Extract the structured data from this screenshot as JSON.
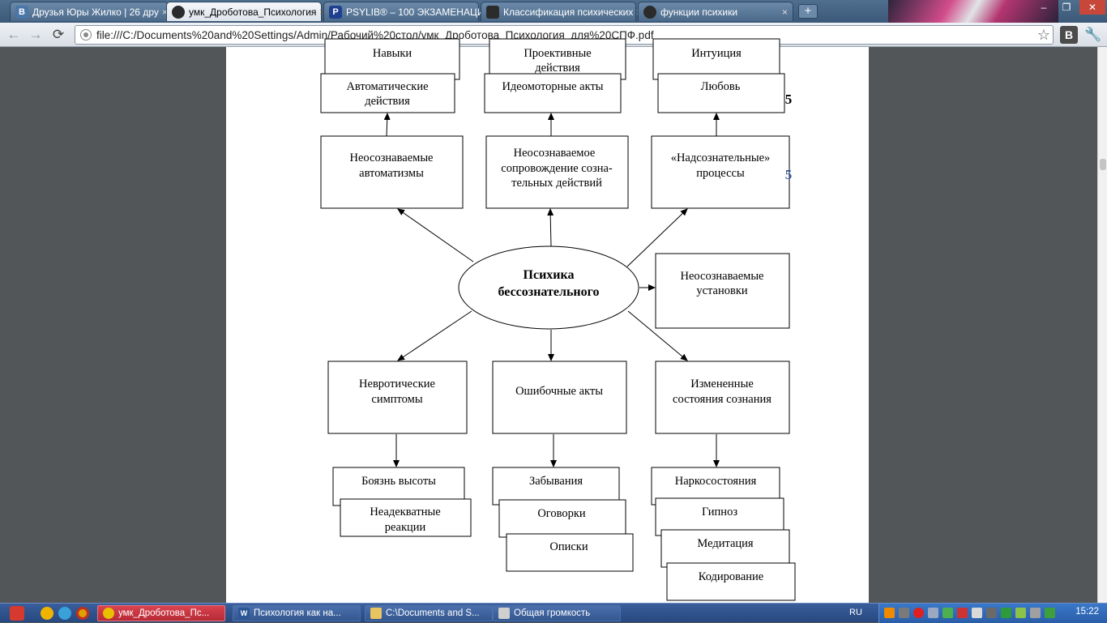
{
  "browser": {
    "tabs": [
      {
        "title": "Друзья Юры Жилко | 26 дру",
        "favicon_letter": "В",
        "favicon_color": "#4a76a8"
      },
      {
        "title": "умк_Дроботова_Психология",
        "favicon_letter": "",
        "favicon_color": "#2b2b2b"
      },
      {
        "title": "PSYLIB® – 100 ЭКЗАМЕНАЦИ",
        "favicon_letter": "P",
        "favicon_color": "#1f3f8f"
      },
      {
        "title": "Классификация психических",
        "favicon_letter": "",
        "favicon_color": "#2b2b2b"
      },
      {
        "title": "функции психики",
        "favicon_letter": "",
        "favicon_color": "#2b2b2b"
      }
    ],
    "active_tab_index": 1,
    "tab_close": "×",
    "new_tab": "+",
    "window_controls": {
      "minimize": "–",
      "maximize": "❐",
      "close": "✕"
    },
    "nav": {
      "back": "←",
      "forward": "→",
      "reload": "⟳"
    },
    "url": "file:///C:/Documents%20and%20Settings/Admin/Рабочий%20стол/умк_Дроботова_Психология_для%20СПФ.pdf",
    "star": "☆",
    "extension_letter": "B",
    "wrench": "🔧"
  },
  "diagram": {
    "center": {
      "line1": "Психика",
      "line2": "бессознательного"
    },
    "top_row": [
      {
        "title": [
          "Неосознаваемые",
          "автоматизмы"
        ],
        "child": [
          "Автоматические",
          "действия"
        ],
        "partial": [
          "Навыки"
        ]
      },
      {
        "title": [
          "Неосознаваемое",
          "сопровождение  созна-",
          "тельных действий"
        ],
        "child": [
          "Идеомоторные акты"
        ],
        "partial": [
          "Проективные",
          "действия"
        ]
      },
      {
        "title": [
          "«Надсознательные»",
          "процессы"
        ],
        "child": [
          "Любовь"
        ],
        "partial": [
          "Интуиция"
        ]
      }
    ],
    "right_box": [
      "Неосознаваемые",
      "установки"
    ],
    "bottom_row": [
      {
        "title": [
          "Невротические",
          "симптомы"
        ],
        "items": [
          [
            "Боязнь высоты"
          ],
          [
            "Неадекватные",
            "реакции"
          ]
        ]
      },
      {
        "title": [
          "Ошибочные акты"
        ],
        "items": [
          [
            "Забывания"
          ],
          [
            "Оговорки"
          ],
          [
            "Описки"
          ]
        ]
      },
      {
        "title": [
          "Измененные",
          "состояния сознания"
        ],
        "items": [
          [
            "Наркосостояния"
          ],
          [
            "Гипноз"
          ],
          [
            "Медитация"
          ],
          [
            "Кодирование"
          ]
        ]
      }
    ],
    "stray_glyphs": {
      "a": "5",
      "b": "5"
    }
  },
  "taskbar": {
    "tasks": [
      {
        "label": "умк_Дроботова_Пс...",
        "icon_color": "#e9c000",
        "active": true
      },
      {
        "label": "Психология как на...",
        "icon_color": "#2b5797",
        "icon_letter": "W",
        "active": false
      },
      {
        "label": "C:\\Documents and S...",
        "icon_color": "#e8c560",
        "active": false
      },
      {
        "label": "Общая громкость",
        "icon_color": "#cfcfcf",
        "active": false
      }
    ],
    "language": "RU",
    "clock": "15:22"
  }
}
